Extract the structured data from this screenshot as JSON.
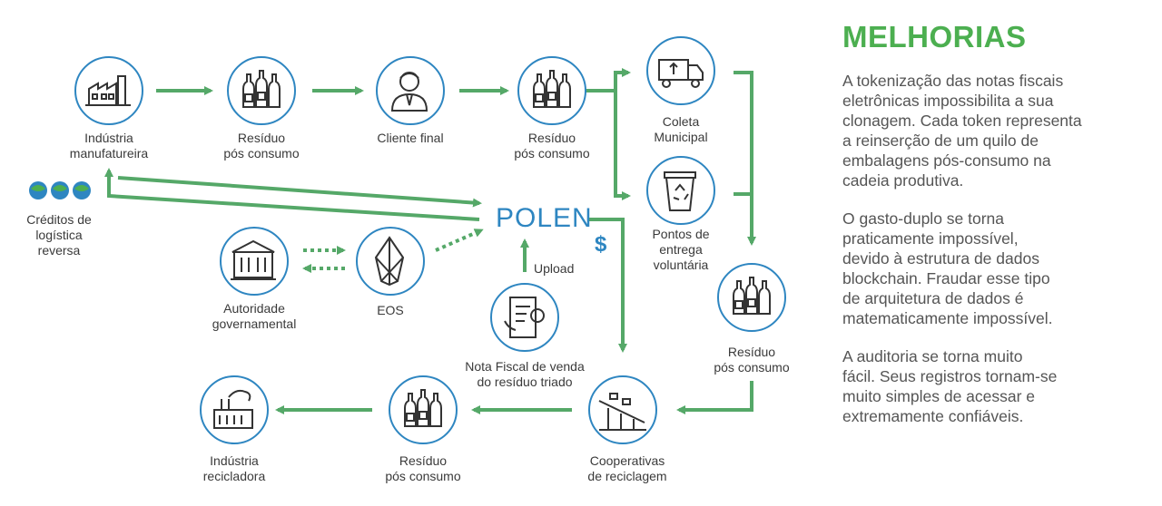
{
  "panel": {
    "title": "MELHORIAS",
    "p1": "A tokenização das notas fiscais\neletrônicas impossibilita a sua\nclonagem. Cada token representa\na reinserção de um quilo de\nembalagens pós-consumo na\ncadeia produtiva.",
    "p2": "O gasto-duplo se torna\npraticamente impossível,\ndevido à estrutura de dados\nblockchain. Fraudar esse tipo\nde arquitetura  de dados é\nmatematicamente impossível.",
    "p3": "A auditoria se torna muito\nfácil. Seus registros tornam-se\nmuito simples de acessar e\nextremamente confiáveis."
  },
  "nodes": {
    "industria": "Indústria\nmanufatureira",
    "residuo1": "Resíduo\npós consumo",
    "cliente": "Cliente final",
    "residuo2": "Resíduo\npós consumo",
    "coleta": "Coleta\nMunicipal",
    "pontos": "Pontos de\nentrega\nvoluntária",
    "residuo3": "Resíduo\npós consumo",
    "cooperativas": "Cooperativas\nde reciclagem",
    "residuo4": "Resíduo\npós consumo",
    "recicladora": "Indústria\nrecicladora",
    "nota": "Nota Fiscal de venda\ndo resíduo triado",
    "eos": "EOS",
    "autoridade": "Autoridade\ngovernamental",
    "creditos": "Créditos de\nlogística\nreversa"
  },
  "polen": "POLEN",
  "upload": "Upload",
  "dollar": "$",
  "colors": {
    "blue": "#2e86c1",
    "green": "#55a868"
  },
  "icons": {
    "industria": "factory-icon",
    "residuo": "bottles-icon",
    "cliente": "businessman-icon",
    "coleta": "garbage-truck-icon",
    "pontos": "recycle-bin-icon",
    "cooperativas": "conveyor-icon",
    "recicladora": "recycling-plant-icon",
    "nota": "invoice-icon",
    "eos": "eos-logo-icon",
    "autoridade": "government-building-icon",
    "creditos": "token-leaf-icon"
  }
}
